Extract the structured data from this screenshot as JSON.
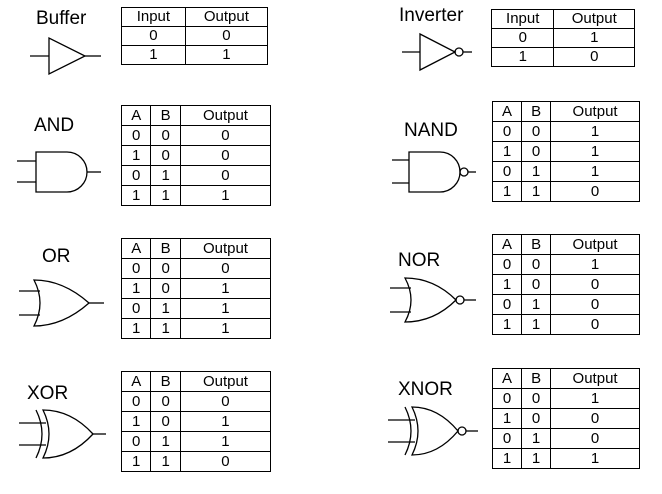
{
  "gates": {
    "buffer": {
      "name": "Buffer",
      "headers": [
        "Input",
        "Output"
      ],
      "rows": [
        [
          "0",
          "0"
        ],
        [
          "1",
          "1"
        ]
      ]
    },
    "inverter": {
      "name": "Inverter",
      "headers": [
        "Input",
        "Output"
      ],
      "rows": [
        [
          "0",
          "1"
        ],
        [
          "1",
          "0"
        ]
      ]
    },
    "and": {
      "name": "AND",
      "headers": [
        "A",
        "B",
        "Output"
      ],
      "rows": [
        [
          "0",
          "0",
          "0"
        ],
        [
          "1",
          "0",
          "0"
        ],
        [
          "0",
          "1",
          "0"
        ],
        [
          "1",
          "1",
          "1"
        ]
      ]
    },
    "nand": {
      "name": "NAND",
      "headers": [
        "A",
        "B",
        "Output"
      ],
      "rows": [
        [
          "0",
          "0",
          "1"
        ],
        [
          "1",
          "0",
          "1"
        ],
        [
          "0",
          "1",
          "1"
        ],
        [
          "1",
          "1",
          "0"
        ]
      ]
    },
    "or": {
      "name": "OR",
      "headers": [
        "A",
        "B",
        "Output"
      ],
      "rows": [
        [
          "0",
          "0",
          "0"
        ],
        [
          "1",
          "0",
          "1"
        ],
        [
          "0",
          "1",
          "1"
        ],
        [
          "1",
          "1",
          "1"
        ]
      ]
    },
    "nor": {
      "name": "NOR",
      "headers": [
        "A",
        "B",
        "Output"
      ],
      "rows": [
        [
          "0",
          "0",
          "1"
        ],
        [
          "1",
          "0",
          "0"
        ],
        [
          "0",
          "1",
          "0"
        ],
        [
          "1",
          "1",
          "0"
        ]
      ]
    },
    "xor": {
      "name": "XOR",
      "headers": [
        "A",
        "B",
        "Output"
      ],
      "rows": [
        [
          "0",
          "0",
          "0"
        ],
        [
          "1",
          "0",
          "1"
        ],
        [
          "0",
          "1",
          "1"
        ],
        [
          "1",
          "1",
          "0"
        ]
      ]
    },
    "xnor": {
      "name": "XNOR",
      "headers": [
        "A",
        "B",
        "Output"
      ],
      "rows": [
        [
          "0",
          "0",
          "1"
        ],
        [
          "1",
          "0",
          "0"
        ],
        [
          "0",
          "1",
          "0"
        ],
        [
          "1",
          "1",
          "1"
        ]
      ]
    }
  }
}
